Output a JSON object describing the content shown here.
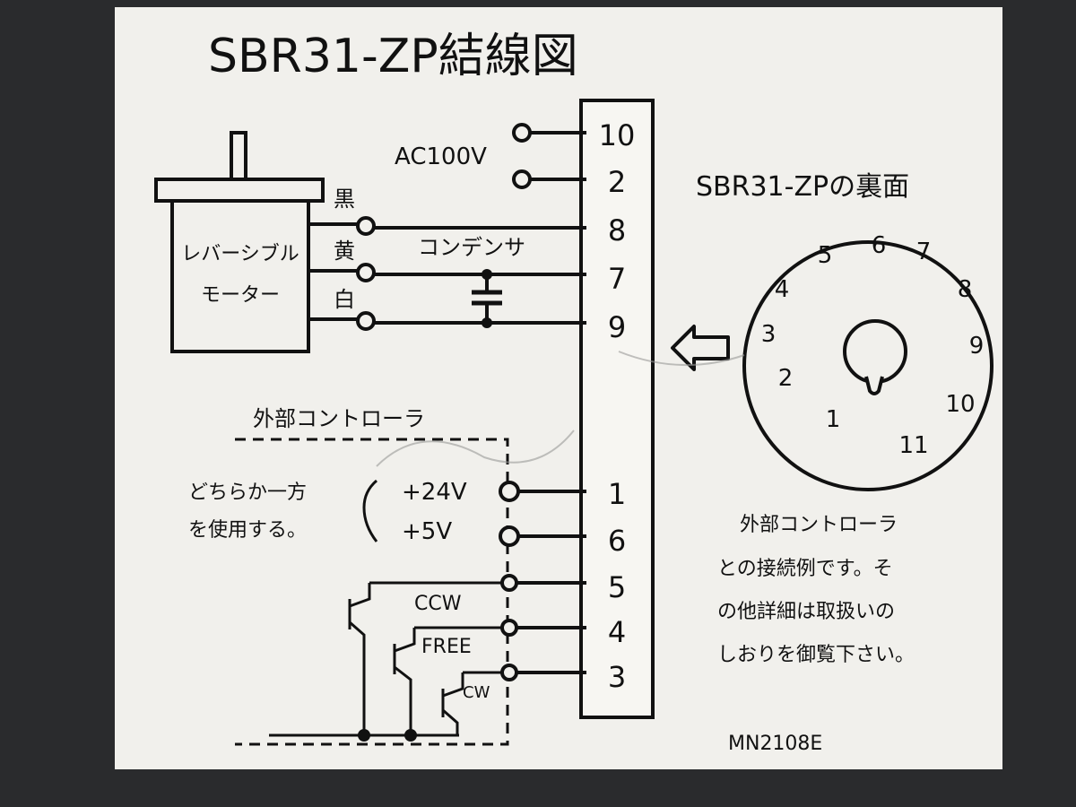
{
  "title": "SBR31-ZP結線図",
  "model_code": "MN2108E",
  "power": {
    "label": "AC100V"
  },
  "motor": {
    "line1": "レバーシブル",
    "line2": "モーター",
    "wires": [
      "黒",
      "黄",
      "白"
    ]
  },
  "capacitor": {
    "label": "コンデンサ"
  },
  "terminal_block": {
    "terminals": [
      "10",
      "2",
      "8",
      "7",
      "9",
      "1",
      "6",
      "5",
      "4",
      "3"
    ]
  },
  "controller": {
    "title": "外部コントローラ",
    "note_line1": "どちらか一方",
    "note_line2": "を使用する。",
    "inputs": [
      "+24V",
      "+5V"
    ],
    "signals": [
      "CCW",
      "FREE",
      "CW"
    ]
  },
  "back_view": {
    "title": "SBR31-ZPの裏面",
    "pins": [
      "1",
      "2",
      "3",
      "4",
      "5",
      "6",
      "7",
      "8",
      "9",
      "10",
      "11"
    ]
  },
  "note": {
    "lines": [
      "外部コントローラ",
      "との接続例です。そ",
      "の他詳細は取扱いの",
      "しおりを御覧下さい。"
    ]
  }
}
